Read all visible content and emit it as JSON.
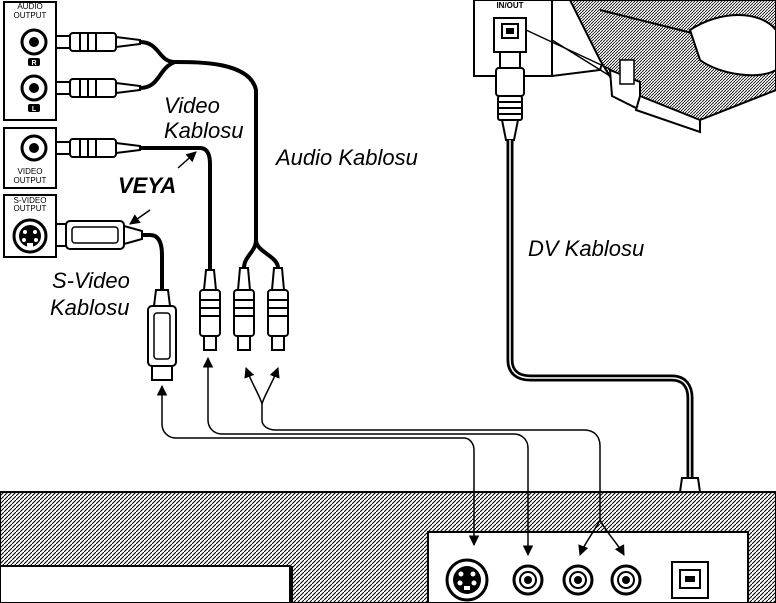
{
  "panel_labels": {
    "audio_output": [
      "AUDIO",
      "OUTPUT"
    ],
    "audio_r": "R",
    "audio_l": "L",
    "video_output": [
      "VIDEO",
      "OUTPUT"
    ],
    "svideo_output": [
      "S-VIDEO",
      "OUTPUT"
    ],
    "dv_in_out": "IN/OUT"
  },
  "cable_labels": {
    "video_line1": "Video",
    "video_line2": "Kablosu",
    "or": "VEYA",
    "svideo_line1": "S-Video",
    "svideo_line2": "Kablosu",
    "audio": "Audio Kablosu",
    "dv": "DV Kablosu"
  }
}
